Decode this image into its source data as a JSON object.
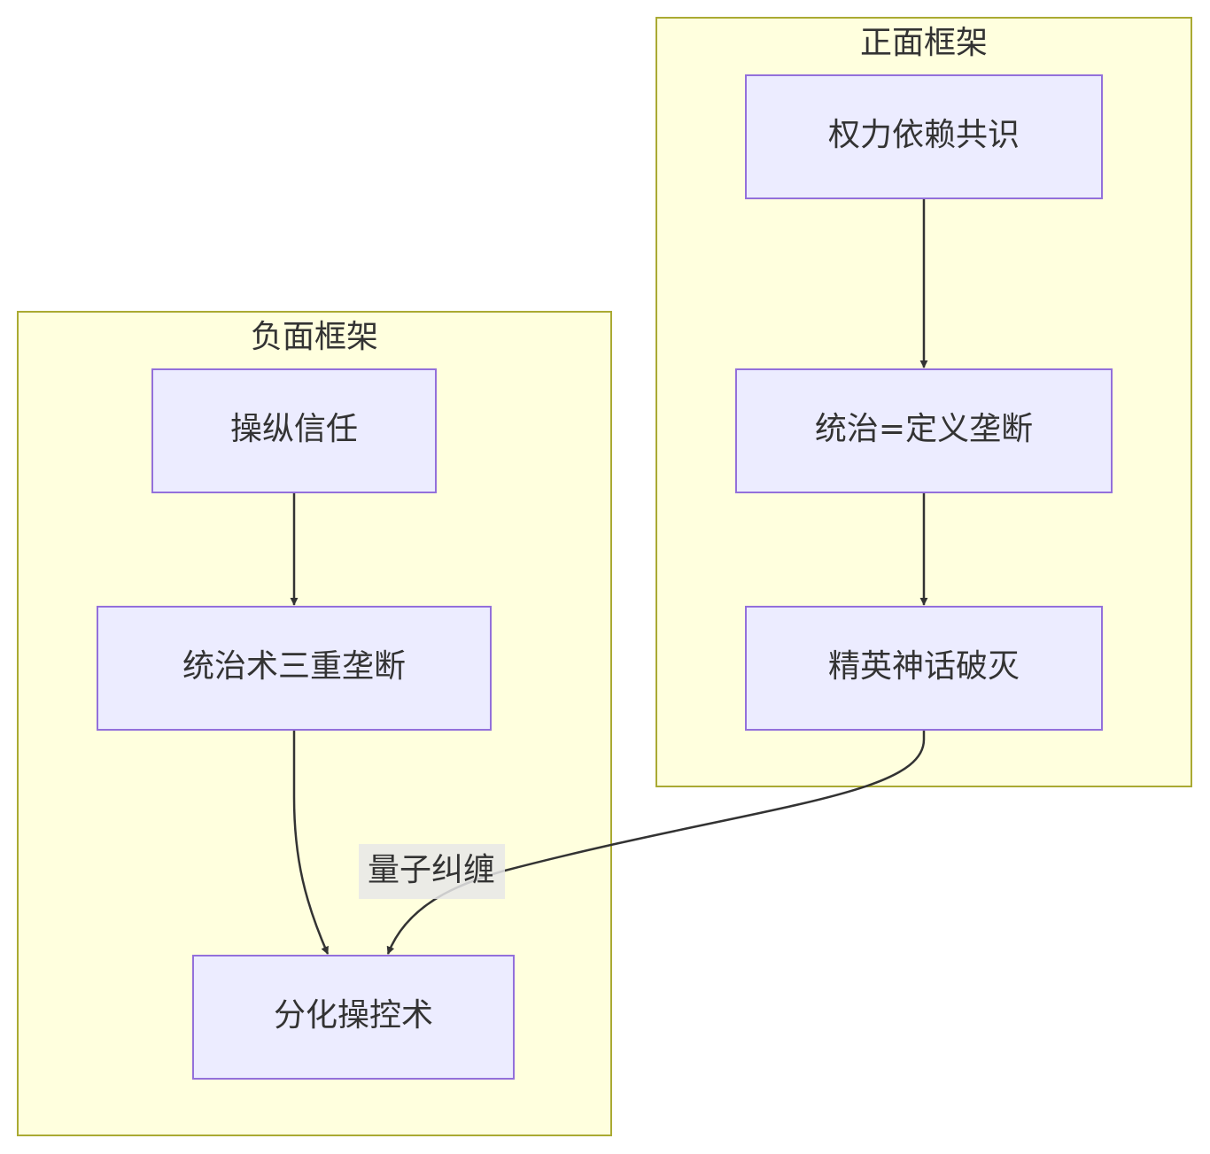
{
  "clusters": {
    "positive": {
      "title": "正面框架"
    },
    "negative": {
      "title": "负面框架"
    }
  },
  "nodes": {
    "power_consensus": {
      "label": "权力依赖共识"
    },
    "rule_define_monopoly": {
      "label": "统治=定义垄断"
    },
    "elite_myth": {
      "label": "精英神话破灭"
    },
    "manipulate_trust": {
      "label": "操纵信任"
    },
    "triple_monopoly": {
      "label": "统治术三重垄断"
    },
    "divide_control": {
      "label": "分化操控术"
    }
  },
  "edges": {
    "entanglement": {
      "label": "量子纠缠"
    }
  },
  "colors": {
    "cluster_fill": "#ffffde",
    "cluster_stroke": "#aaaa33",
    "node_fill": "#ececff",
    "node_stroke": "#9370db",
    "edge": "#333333",
    "text": "#333333"
  }
}
